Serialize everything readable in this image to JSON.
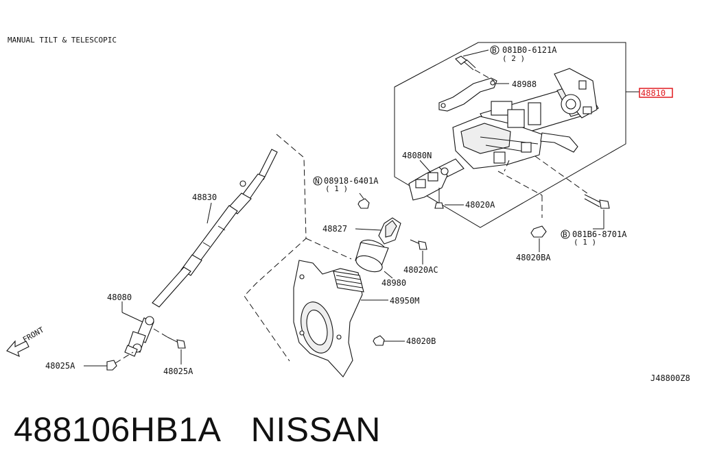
{
  "header": {
    "title": "MANUAL TILT & TELESCOPIC"
  },
  "diagram_code": "J48800Z8",
  "front_label": "FRONT",
  "callouts": {
    "bolt_top": {
      "symbol": "B",
      "code": "081B0-6121A",
      "qty": "( 2 )"
    },
    "p48988": "48988",
    "p48810": "48810",
    "p48080N": "48080N",
    "nut_mid": {
      "symbol": "N",
      "code": "08918-6401A",
      "qty": "( 1 )"
    },
    "p48020A": "48020A",
    "bolt_right": {
      "symbol": "B",
      "code": "081B6-8701A",
      "qty": "( 1 )"
    },
    "p48827": "48827",
    "p48020AC": "48020AC",
    "p48020BA": "48020BA",
    "p48980": "48980",
    "p48830": "48830",
    "p48950M": "48950M",
    "p48080": "48080",
    "p48020B": "48020B",
    "p48025A_left": "48025A",
    "p48025A_right": "48025A"
  },
  "caption": {
    "part_number": "488106HB1A",
    "brand": "NISSAN"
  },
  "colors": {
    "highlight": "#e0191e",
    "ink": "#111111"
  }
}
